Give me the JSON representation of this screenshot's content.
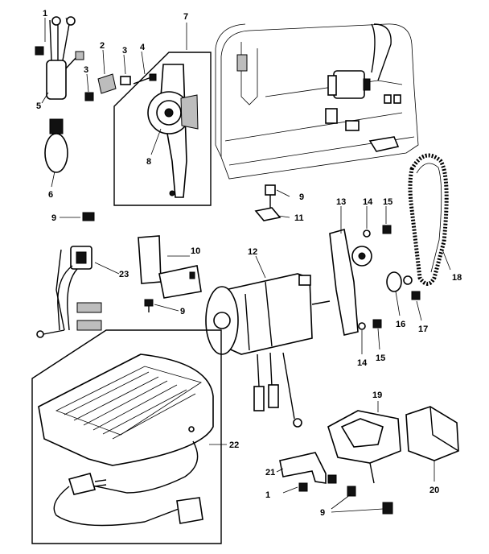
{
  "diagram": {
    "callouts": [
      {
        "id": "c1a",
        "text": "1"
      },
      {
        "id": "c1b",
        "text": "1"
      },
      {
        "id": "c2",
        "text": "2"
      },
      {
        "id": "c3a",
        "text": "3"
      },
      {
        "id": "c3b",
        "text": "3"
      },
      {
        "id": "c4",
        "text": "4"
      },
      {
        "id": "c5",
        "text": "5"
      },
      {
        "id": "c6",
        "text": "6"
      },
      {
        "id": "c7",
        "text": "7"
      },
      {
        "id": "c8",
        "text": "8"
      },
      {
        "id": "c9a",
        "text": "9"
      },
      {
        "id": "c9b",
        "text": "9"
      },
      {
        "id": "c9c",
        "text": "9"
      },
      {
        "id": "c9d",
        "text": "9"
      },
      {
        "id": "c10",
        "text": "10"
      },
      {
        "id": "c11",
        "text": "11"
      },
      {
        "id": "c12",
        "text": "12"
      },
      {
        "id": "c13",
        "text": "13"
      },
      {
        "id": "c14a",
        "text": "14"
      },
      {
        "id": "c14b",
        "text": "14"
      },
      {
        "id": "c15a",
        "text": "15"
      },
      {
        "id": "c15b",
        "text": "15"
      },
      {
        "id": "c16",
        "text": "16"
      },
      {
        "id": "c17",
        "text": "17"
      },
      {
        "id": "c18",
        "text": "18"
      },
      {
        "id": "c19",
        "text": "19"
      },
      {
        "id": "c20",
        "text": "20"
      },
      {
        "id": "c21",
        "text": "21"
      },
      {
        "id": "c22",
        "text": "22"
      },
      {
        "id": "c23",
        "text": "23"
      }
    ]
  }
}
